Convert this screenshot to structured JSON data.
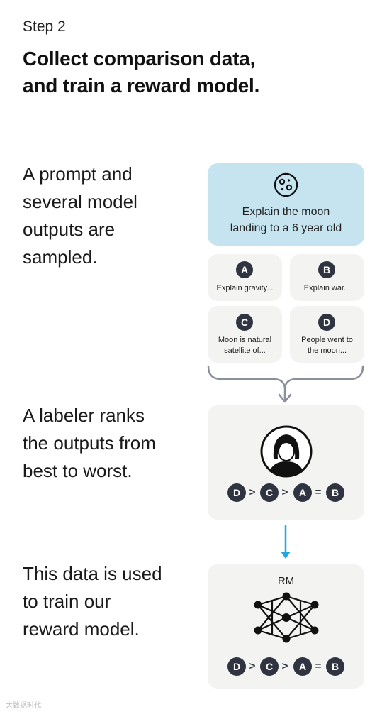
{
  "step_label": "Step 2",
  "title_lines": [
    "Collect comparison data,",
    "and train a reward model."
  ],
  "sections": [
    {
      "lines": [
        "A prompt and",
        "several model",
        "outputs are",
        "sampled."
      ]
    },
    {
      "lines": [
        "A labeler ranks",
        "the outputs from",
        "best to worst."
      ]
    },
    {
      "lines": [
        "This data is used",
        "to train our",
        "reward model."
      ]
    }
  ],
  "prompt": {
    "icon": "moon-icon",
    "lines": [
      "Explain the moon",
      "landing to a 6 year old"
    ]
  },
  "outputs": [
    {
      "letter": "A",
      "lines": [
        "Explain gravity..."
      ]
    },
    {
      "letter": "B",
      "lines": [
        "Explain war..."
      ]
    },
    {
      "letter": "C",
      "lines": [
        "Moon is natural",
        "satellite of..."
      ]
    },
    {
      "letter": "D",
      "lines": [
        "People went to",
        "the moon..."
      ]
    }
  ],
  "labeler": {
    "icon": "person-avatar-icon"
  },
  "ranking": {
    "items": [
      "D",
      "C",
      "A",
      "B"
    ],
    "operators": [
      ">",
      ">",
      "="
    ]
  },
  "reward_model": {
    "label": "RM",
    "icon": "neural-network-icon"
  },
  "colors": {
    "prompt_bg": "#c6e4ef",
    "card_bg": "#f3f3f2",
    "badge_bg": "#2f3440",
    "arrow_gray": "#8a8f9c",
    "arrow_blue": "#1ea7e0"
  },
  "watermark": "大数据时代"
}
